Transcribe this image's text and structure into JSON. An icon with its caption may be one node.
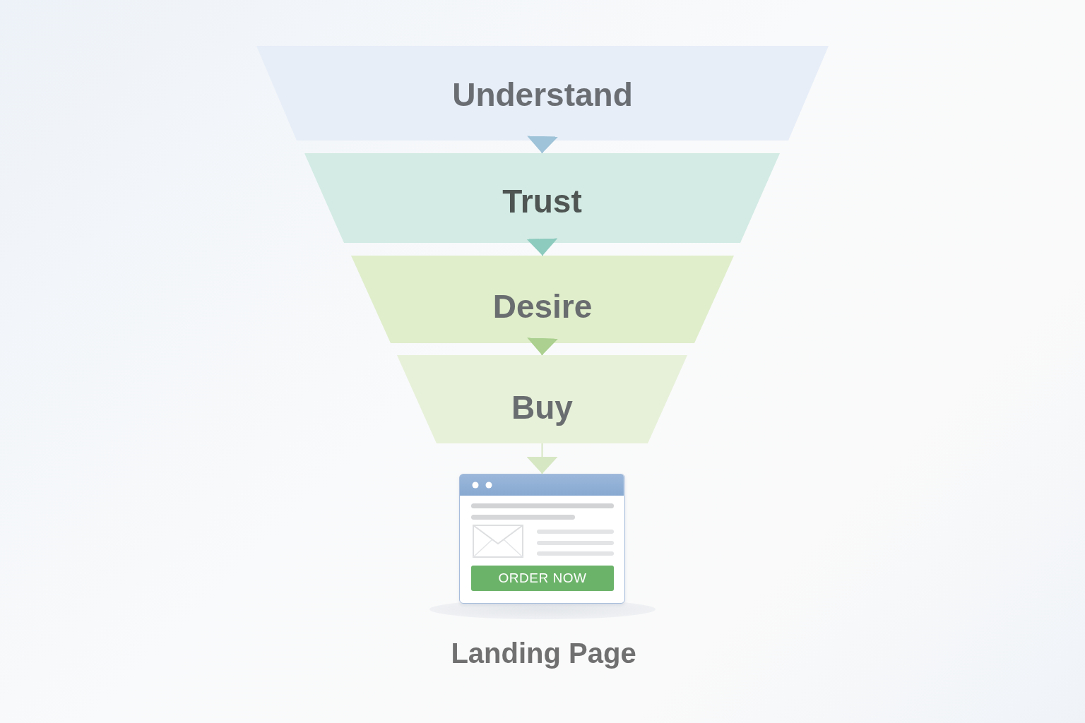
{
  "diagram": {
    "nodes": [
      {
        "text": [
          "Understand"
        ]
      },
      {
        "text": [
          "Trust"
        ]
      },
      {
        "text": [
          "Desire"
        ]
      },
      {
        "text": [
          "Buy"
        ]
      },
      {
        "text": [
          "ORDER NOW"
        ],
        "beside": [
          "Landing Page"
        ]
      }
    ],
    "edges": [
      {
        "from": 0,
        "to": 1,
        "arrow": "to"
      },
      {
        "from": 1,
        "to": 2,
        "arrow": "to"
      },
      {
        "from": 2,
        "to": 3,
        "arrow": "to"
      },
      {
        "from": 3,
        "to": 4,
        "arrow": "to"
      }
    ]
  }
}
